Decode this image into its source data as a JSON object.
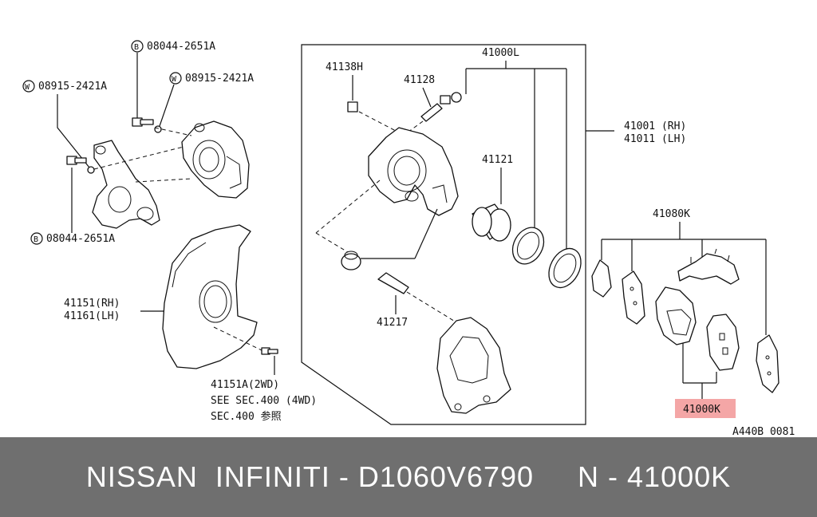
{
  "callouts": {
    "bolt_08044_top": "08044-2651A",
    "washer_08915_left": "08915-2421A",
    "washer_08915_right": "08915-2421A",
    "bolt_08044_bottom": "08044-2651A",
    "prefix_b": "B",
    "prefix_w": "W",
    "p41000L": "41000L",
    "p41138H": "41138H",
    "p41128": "41128",
    "p41001": "41001 (RH)",
    "p41011": "41011 (LH)",
    "p41121": "41121",
    "p41080K": "41080K",
    "p41151_rh": "41151(RH)",
    "p41161_lh": "41161(LH)",
    "p41217": "41217",
    "p41151A": "41151A(2WD)",
    "see_sec_4wd": "SEE SEC.400 (4WD)",
    "sec400_ref": "SEC.400 参照",
    "p41000K": "41000K",
    "figure_code": "A440B 0081"
  },
  "colors": {
    "highlight": "#f4a6a6",
    "footer_bg": "#6f6f6f",
    "footer_text": "#ffffff",
    "line": "#111111"
  },
  "footer": {
    "text": "NISSAN  INFINITI - D1060V6790     N - 41000K"
  }
}
